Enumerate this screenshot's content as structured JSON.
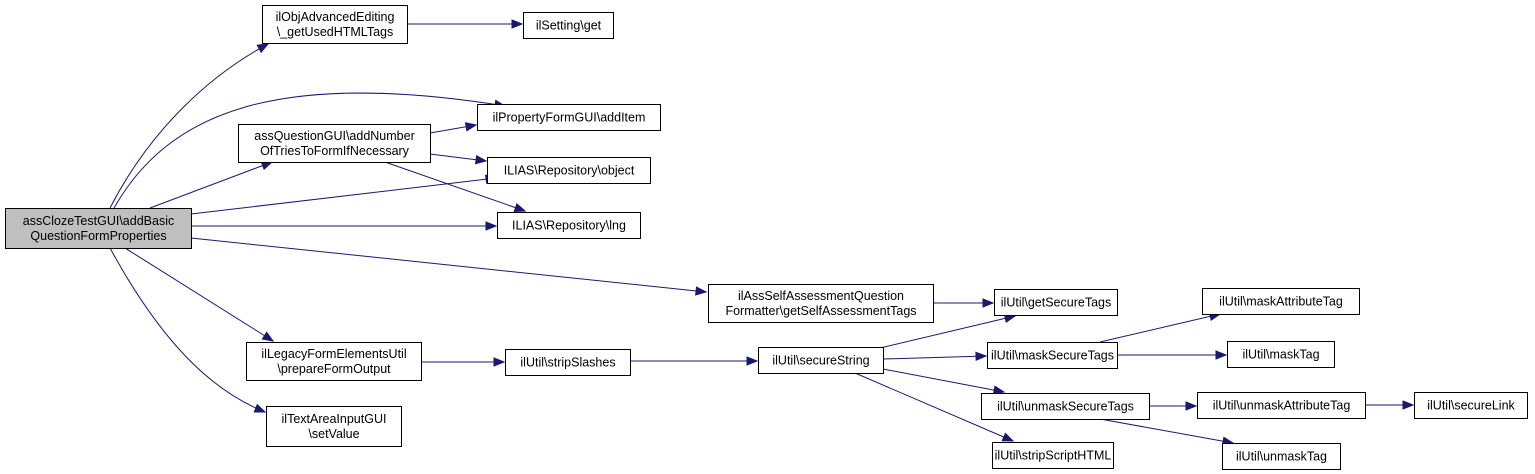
{
  "diagram": {
    "type": "call-graph",
    "colors": {
      "edge": "#191970",
      "node_border": "#000000",
      "node_fill": "#ffffff",
      "root_fill": "#bfbfbf"
    },
    "nodes": [
      {
        "id": "root",
        "lines": [
          "assClozeTestGUI\\addBasic",
          "QuestionFormProperties"
        ],
        "root": true
      },
      {
        "id": "objAdv",
        "lines": [
          "ilObjAdvancedEditing",
          "\\_getUsedHTMLTags"
        ]
      },
      {
        "id": "settingGet",
        "lines": [
          "ilSetting\\get"
        ]
      },
      {
        "id": "addItem",
        "lines": [
          "ilPropertyFormGUI\\addItem"
        ]
      },
      {
        "id": "addTries",
        "lines": [
          "assQuestionGUI\\addNumber",
          "OfTriesToFormIfNecessary"
        ]
      },
      {
        "id": "repoObject",
        "lines": [
          "ILIAS\\Repository\\object"
        ]
      },
      {
        "id": "repoLng",
        "lines": [
          "ILIAS\\Repository\\lng"
        ]
      },
      {
        "id": "selfAssess",
        "lines": [
          "ilAssSelfAssessmentQuestion",
          "Formatter\\getSelfAssessmentTags"
        ]
      },
      {
        "id": "getSecureTags",
        "lines": [
          "ilUtil\\getSecureTags"
        ]
      },
      {
        "id": "maskAttr",
        "lines": [
          "ilUtil\\maskAttributeTag"
        ]
      },
      {
        "id": "maskSecureTags",
        "lines": [
          "ilUtil\\maskSecureTags"
        ]
      },
      {
        "id": "maskTag",
        "lines": [
          "ilUtil\\maskTag"
        ]
      },
      {
        "id": "legacyForm",
        "lines": [
          "ilLegacyFormElementsUtil",
          "\\prepareFormOutput"
        ]
      },
      {
        "id": "stripSlashes",
        "lines": [
          "ilUtil\\stripSlashes"
        ]
      },
      {
        "id": "secureString",
        "lines": [
          "ilUtil\\secureString"
        ]
      },
      {
        "id": "unmaskSecureTags",
        "lines": [
          "ilUtil\\unmaskSecureTags"
        ]
      },
      {
        "id": "unmaskAttr",
        "lines": [
          "ilUtil\\unmaskAttributeTag"
        ]
      },
      {
        "id": "secureLink",
        "lines": [
          "ilUtil\\secureLink"
        ]
      },
      {
        "id": "stripScript",
        "lines": [
          "ilUtil\\stripScriptHTML"
        ]
      },
      {
        "id": "unmaskTag",
        "lines": [
          "ilUtil\\unmaskTag"
        ]
      },
      {
        "id": "textArea",
        "lines": [
          "ilTextAreaInputGUI",
          "\\setValue"
        ]
      }
    ],
    "edges": [
      {
        "from": "root",
        "to": "objAdv"
      },
      {
        "from": "root",
        "to": "addItem"
      },
      {
        "from": "root",
        "to": "addTries"
      },
      {
        "from": "root",
        "to": "repoObject"
      },
      {
        "from": "root",
        "to": "repoLng"
      },
      {
        "from": "root",
        "to": "selfAssess"
      },
      {
        "from": "root",
        "to": "legacyForm"
      },
      {
        "from": "root",
        "to": "textArea"
      },
      {
        "from": "objAdv",
        "to": "settingGet"
      },
      {
        "from": "addTries",
        "to": "addItem"
      },
      {
        "from": "addTries",
        "to": "repoObject"
      },
      {
        "from": "addTries",
        "to": "repoLng"
      },
      {
        "from": "selfAssess",
        "to": "getSecureTags"
      },
      {
        "from": "legacyForm",
        "to": "stripSlashes"
      },
      {
        "from": "stripSlashes",
        "to": "secureString"
      },
      {
        "from": "secureString",
        "to": "getSecureTags"
      },
      {
        "from": "secureString",
        "to": "maskSecureTags"
      },
      {
        "from": "secureString",
        "to": "unmaskSecureTags"
      },
      {
        "from": "secureString",
        "to": "stripScript"
      },
      {
        "from": "maskSecureTags",
        "to": "maskAttr"
      },
      {
        "from": "maskSecureTags",
        "to": "maskTag"
      },
      {
        "from": "unmaskSecureTags",
        "to": "unmaskAttr"
      },
      {
        "from": "unmaskSecureTags",
        "to": "unmaskTag"
      },
      {
        "from": "unmaskAttr",
        "to": "secureLink"
      }
    ]
  }
}
